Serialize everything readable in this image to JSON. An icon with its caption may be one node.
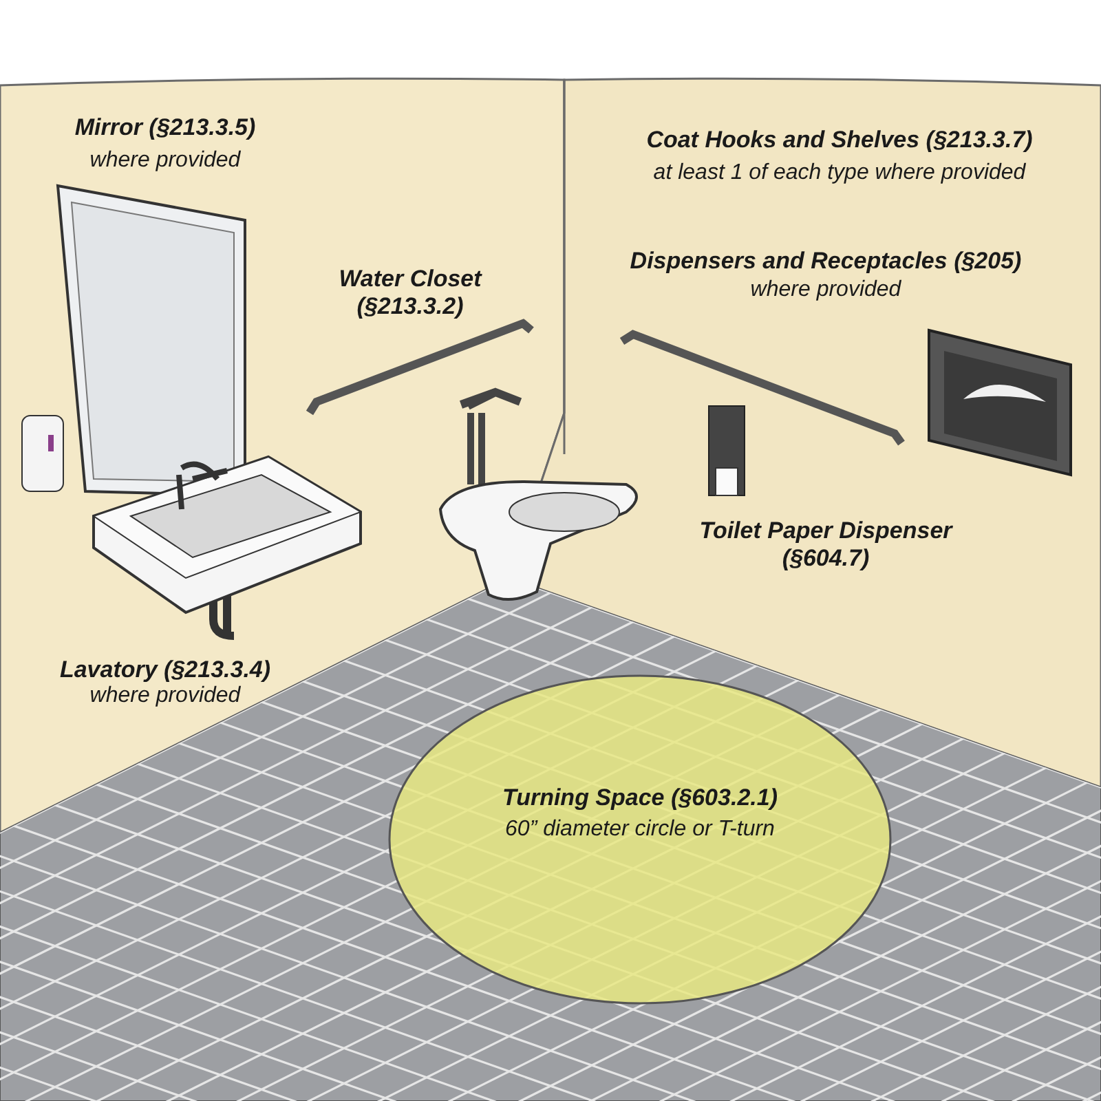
{
  "diagram": {
    "nodes": [
      {
        "text": [
          "Turning Space (§603.2.1)",
          "60” diameter circle or T-turn"
        ]
      }
    ],
    "labels": [
      "Mirror (§213.3.5)",
      "where provided",
      "Coat Hooks and Shelves (§213.3.7)",
      "at least 1 of each type where provided",
      "Water Closet (§213.3.2)",
      "Dispensers and Receptacles (§205)",
      "where provided",
      "Toilet Paper Dispenser (§604.7)",
      "Lavatory (§213.3.4)",
      "where provided"
    ]
  }
}
